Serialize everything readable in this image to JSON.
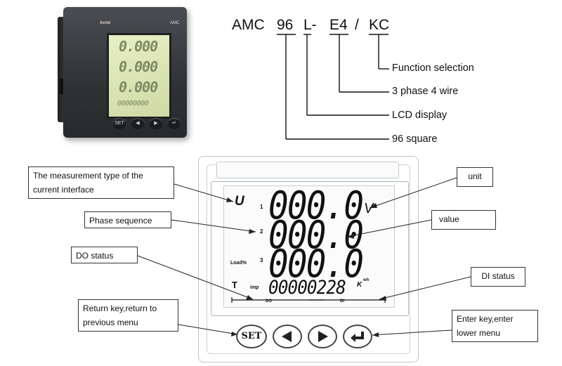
{
  "photo": {
    "brand": "Acrel",
    "model": "AMC",
    "rows": [
      "0.000",
      "0.000",
      "0.000"
    ],
    "counter": "00000000",
    "buttons": [
      "SET",
      "◀",
      "▶",
      "↵"
    ]
  },
  "model_code": {
    "prefix": "AMC",
    "parts": [
      "96",
      "L-",
      "E4",
      "/",
      "KC"
    ],
    "callouts": [
      "Function selection",
      "3 phase 4 wire",
      "LCD display",
      "96 square"
    ]
  },
  "meter": {
    "measurement_symbol": "U",
    "row_markers": [
      "1",
      "2",
      "3"
    ],
    "left_labels": [
      "Load%",
      "T",
      "imp"
    ],
    "values": [
      "000.0",
      "000.0",
      "000.0"
    ],
    "energy": "00000228",
    "unit": "V",
    "energy_unit_prefix": "K",
    "energy_unit_suffix": "wh",
    "do_label": "DO",
    "di_label": "DI",
    "keys": [
      "SET",
      "◀",
      "▶",
      "↵"
    ]
  },
  "annotations": {
    "measurement_type": "The  measurement  type  of  the current interface",
    "phase_sequence": "Phase sequence",
    "do_status": "DO status",
    "return_key": "Return key,return to previous menu",
    "unit": "unit",
    "value": "value",
    "di_status": "DI status",
    "enter_key": "Enter  key,enter lower menu"
  }
}
